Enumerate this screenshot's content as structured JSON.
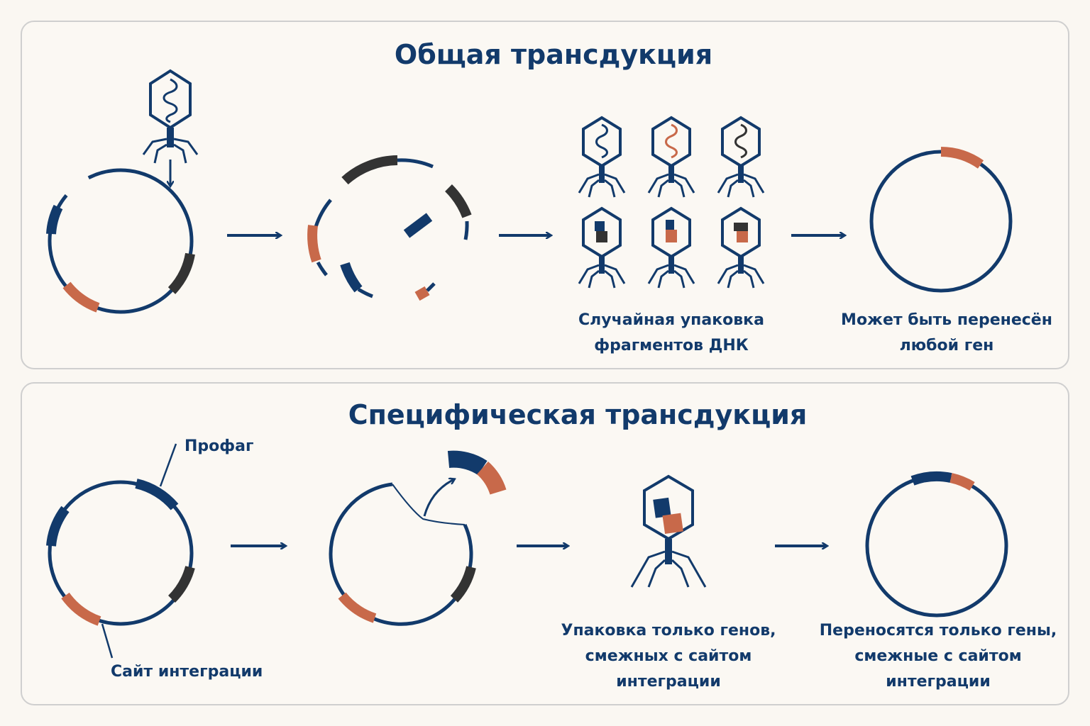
{
  "colors": {
    "navy": "#123a6b",
    "dark": "#333333",
    "orange": "#c8694a",
    "panel_border": "#cfcfcf",
    "panel_fill": "#fbf8f3"
  },
  "general": {
    "title": "Общая трансдукция",
    "caption_packaging": [
      "Случайная упаковка",
      "фрагментов ДНК"
    ],
    "caption_result": [
      "Может быть перенесён",
      "любой ген"
    ]
  },
  "specialized": {
    "title": "Специфическая трансдукция",
    "label_prophage": "Профаг",
    "label_site": "Сайт интеграции",
    "caption_packaging": [
      "Упаковка только генов,",
      "смежных с сайтом",
      "интеграции"
    ],
    "caption_result": [
      "Переносятся только гены,",
      "смежные с сайтом",
      "интеграции"
    ]
  },
  "icons": {
    "phage": "bacteriophage-icon",
    "arrow": "arrow-right-icon",
    "plasmid": "circular-dna-icon"
  }
}
